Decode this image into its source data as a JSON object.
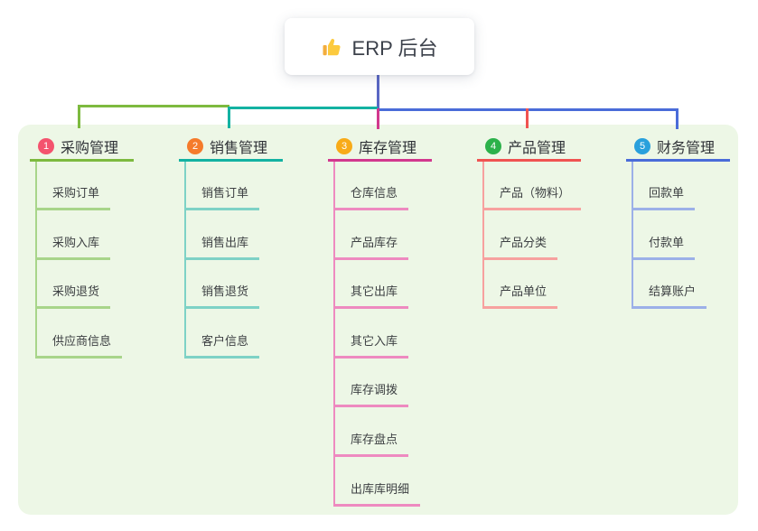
{
  "root": {
    "title": "ERP 后台",
    "icon": "thumbs-up-icon"
  },
  "connector_colors": {
    "root": "#5a67c4",
    "branch1": "#7dba3f",
    "branch2": "#13b2a2",
    "branch3": "#d2388e",
    "bran4_drop": "#f05351",
    "branch5": "#4a6cd9"
  },
  "panel_color": "#edf7e6",
  "branches": [
    {
      "index": "1",
      "title": "采购管理",
      "badge_color": "#f4536e",
      "line_color": "#7dba3f",
      "child_line_color": "#a8d58a",
      "children": [
        "采购订单",
        "采购入库",
        "采购退货",
        "供应商信息"
      ]
    },
    {
      "index": "2",
      "title": "销售管理",
      "badge_color": "#f57b2b",
      "line_color": "#13b2a2",
      "child_line_color": "#7ed2c6",
      "children": [
        "销售订单",
        "销售出库",
        "销售退货",
        "客户信息"
      ]
    },
    {
      "index": "3",
      "title": "库存管理",
      "badge_color": "#f8ab18",
      "line_color": "#d2388e",
      "child_line_color": "#ee8ac0",
      "children": [
        "仓库信息",
        "产品库存",
        "其它出库",
        "其它入库",
        "库存调拨",
        "库存盘点",
        "出库库明细"
      ]
    },
    {
      "index": "4",
      "title": "产品管理",
      "badge_color": "#2cb14a",
      "line_color": "#f05351",
      "child_line_color": "#f7a19f",
      "children": [
        "产品（物料）",
        "产品分类",
        "产品单位"
      ]
    },
    {
      "index": "5",
      "title": "财务管理",
      "badge_color": "#29a0dc",
      "line_color": "#4a6cd9",
      "child_line_color": "#9cb0e8",
      "children": [
        "回款单",
        "付款单",
        "结算账户"
      ]
    }
  ]
}
